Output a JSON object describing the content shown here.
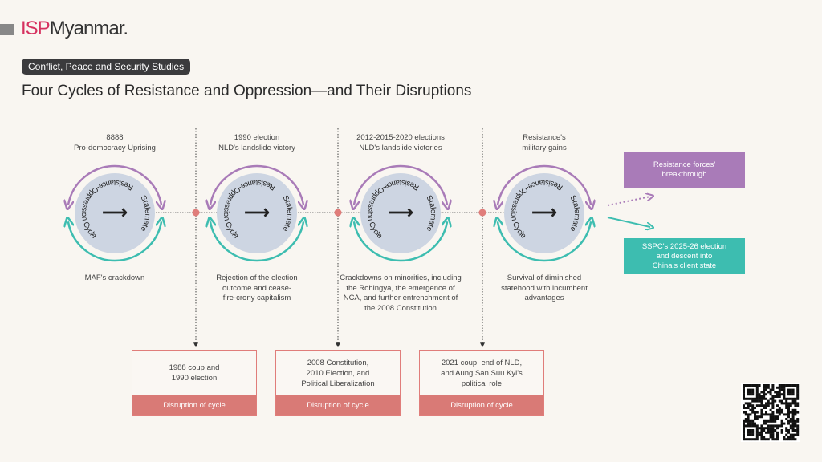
{
  "brand": {
    "isp": "ISP",
    "name": "Myanmar",
    "dot": "."
  },
  "tag": "Conflict, Peace and Security Studies",
  "title": "Four Cycles of Resistance and Oppression—and Their Disruptions",
  "colors": {
    "purple": "#a97bb8",
    "teal": "#3dbdb0",
    "circle": "#cdd5e2",
    "red": "#e07d7a"
  },
  "cycle_text": {
    "name": "Resistance-Oppression Cycle",
    "stalemate": "Stalemate",
    "arrow": "⟶"
  },
  "cycles": [
    {
      "top": [
        "8888",
        "Pro-democracy Uprising"
      ],
      "bottom": [
        "MAF's crackdown"
      ]
    },
    {
      "top": [
        "1990 election",
        "NLD's landslide victory"
      ],
      "bottom": [
        "Rejection of the election",
        "outcome and cease-",
        "fire-crony capitalism"
      ]
    },
    {
      "top": [
        "2012-2015-2020 elections",
        "NLD's landslide victories"
      ],
      "bottom": [
        "Crackdowns on minorities, including",
        "the Rohingya, the emergence of",
        "NCA, and further entrenchment of",
        "the 2008 Constitution"
      ]
    },
    {
      "top": [
        "Resistance's",
        "military gains"
      ],
      "bottom": [
        "Survival of diminished",
        "statehood with incumbent",
        "advantages"
      ]
    }
  ],
  "disruptions": [
    {
      "text": [
        "1988 coup and",
        "1990 election"
      ],
      "footer": "Disruption of cycle"
    },
    {
      "text": [
        "2008 Constitution,",
        "2010 Election, and",
        "Political Liberalization"
      ],
      "footer": "Disruption of cycle"
    },
    {
      "text": [
        "2021 coup, end of NLD,",
        "and Aung San Suu Kyi's",
        "political role"
      ],
      "footer": "Disruption of cycle"
    }
  ],
  "outcomes": {
    "breakthrough": [
      "Resistance forces'",
      "breakthrough"
    ],
    "sspc": [
      "SSPC's 2025-26 election",
      "and descent into",
      "China's client state"
    ]
  }
}
